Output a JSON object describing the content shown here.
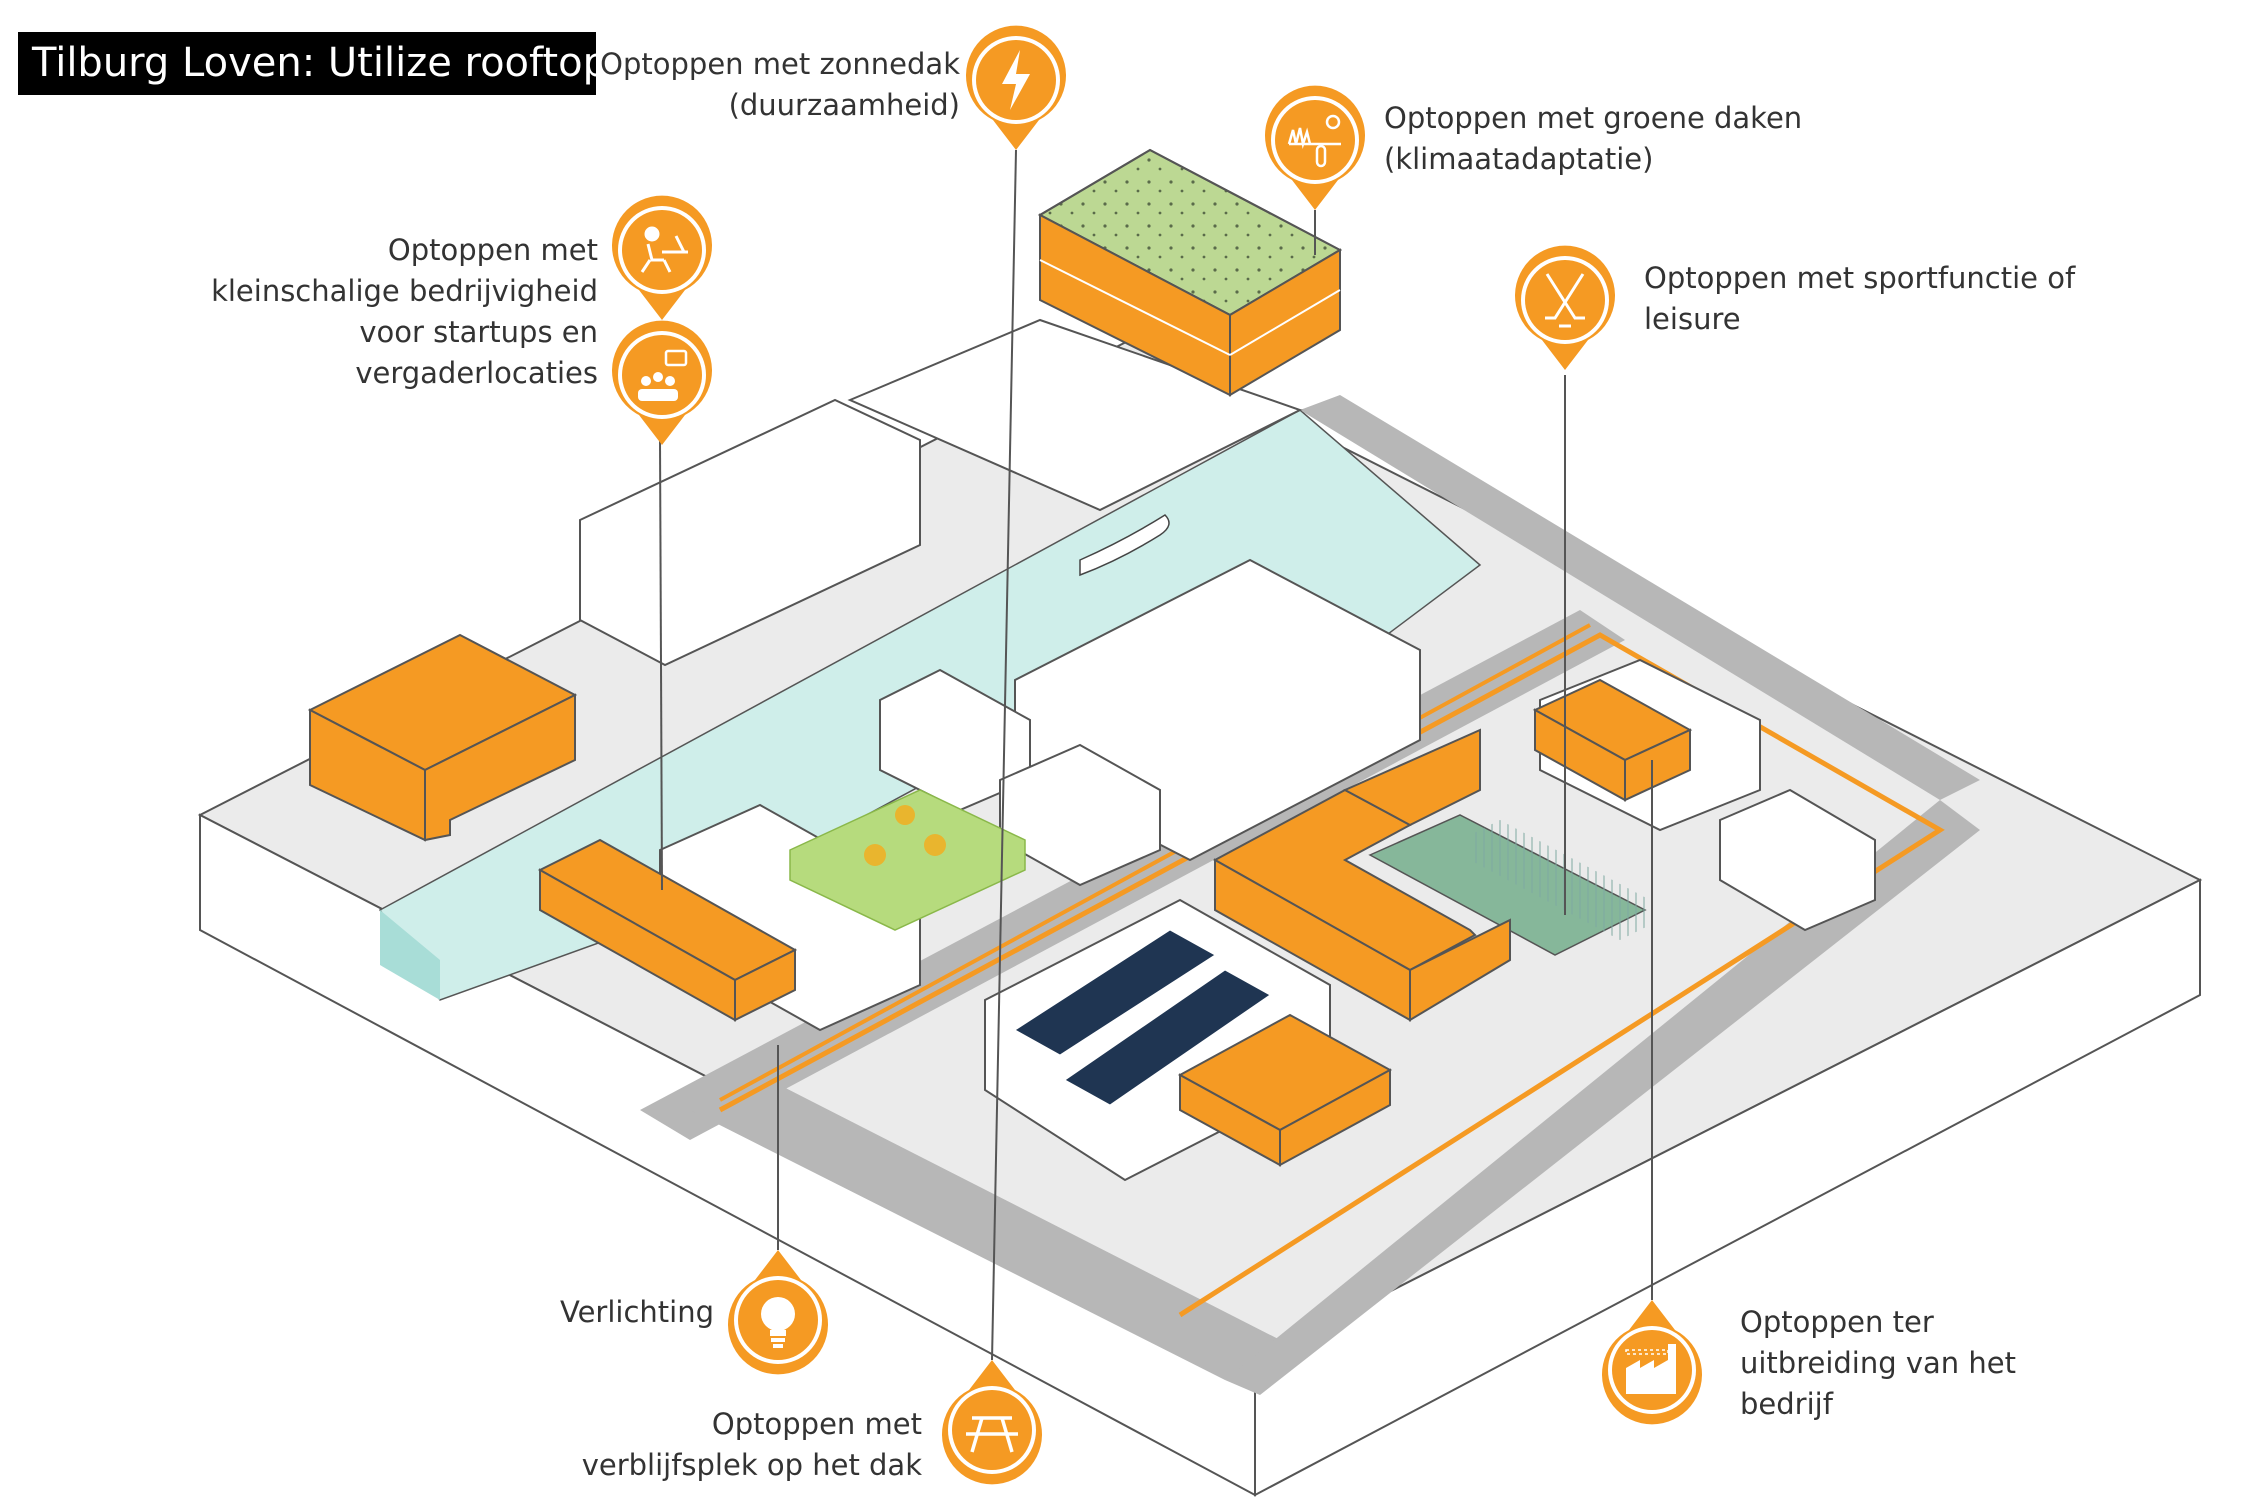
{
  "title": "Tilburg Loven: Utilize rooftops",
  "colors": {
    "orange": "#f59a23",
    "ground": "#ececec",
    "road": "#b3b3b3",
    "water": "#cfeeea",
    "green_roof": "#bcd893",
    "pitch": "#86b79a",
    "solar": "#1f3552"
  },
  "callouts": [
    {
      "id": "solar",
      "icon": "lightning-bolt-icon",
      "lines": [
        "Optoppen met zonnedak",
        "(duurzaamheid)"
      ]
    },
    {
      "id": "green_roofs",
      "icon": "grass-sun-thermometer-icon",
      "lines": [
        "Optoppen met groene daken",
        "(klimaatadaptatie)"
      ]
    },
    {
      "id": "small_business",
      "icon": "person-at-desk-icon",
      "icon2": "meeting-group-icon",
      "lines": [
        "Optoppen met",
        "kleinschalige bedrijvigheid",
        "voor startups en",
        "vergaderlocaties"
      ]
    },
    {
      "id": "sport",
      "icon": "crossed-hockey-sticks-icon",
      "lines": [
        "Optoppen met sportfunctie of",
        "leisure"
      ]
    },
    {
      "id": "lighting",
      "icon": "lightbulb-icon",
      "lines": [
        "Verlichting"
      ]
    },
    {
      "id": "stay",
      "icon": "picnic-table-icon",
      "lines": [
        "Optoppen met",
        "verblijfsplek op het dak"
      ]
    },
    {
      "id": "expansion",
      "icon": "factory-icon",
      "lines": [
        "Optoppen ter",
        "uitbreiding van het",
        "bedrijf"
      ]
    }
  ]
}
